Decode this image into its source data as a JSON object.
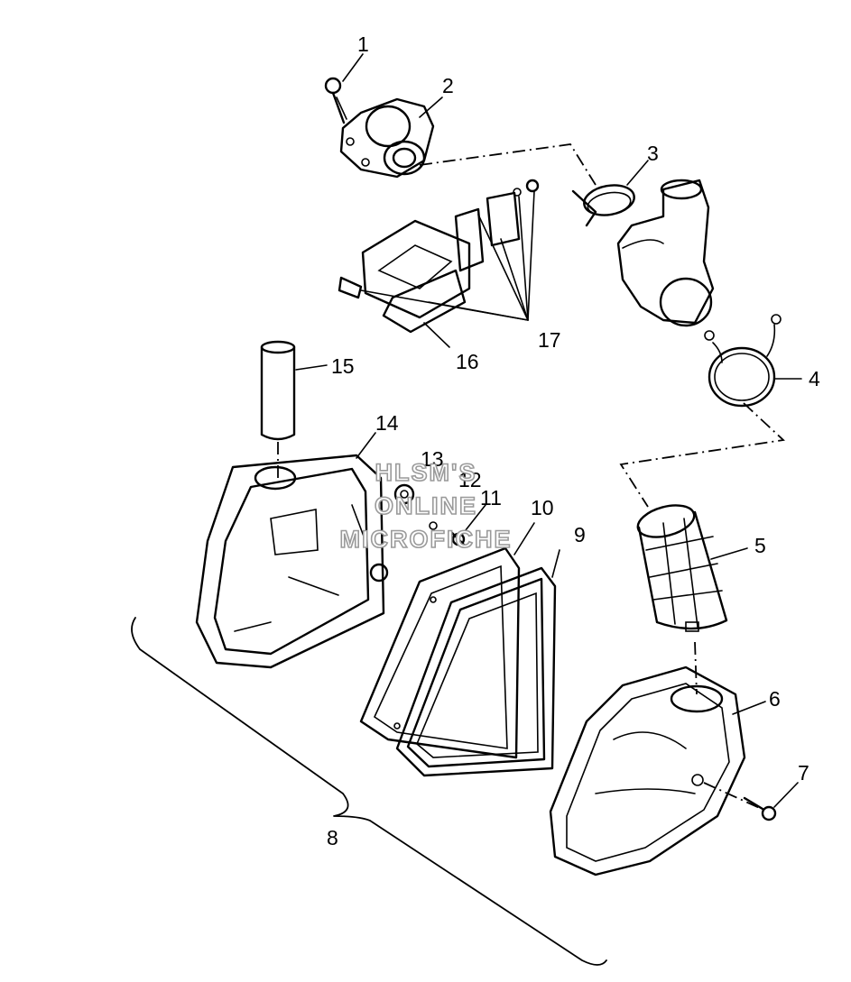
{
  "callouts": [
    "1",
    "2",
    "3",
    "4",
    "5",
    "6",
    "7",
    "8",
    "9",
    "10",
    "11",
    "12",
    "13",
    "14",
    "15",
    "16",
    "17"
  ],
  "watermark": {
    "line1": "HLSM'S",
    "line2": "ONLINE",
    "line3": "MICROFICHE"
  }
}
